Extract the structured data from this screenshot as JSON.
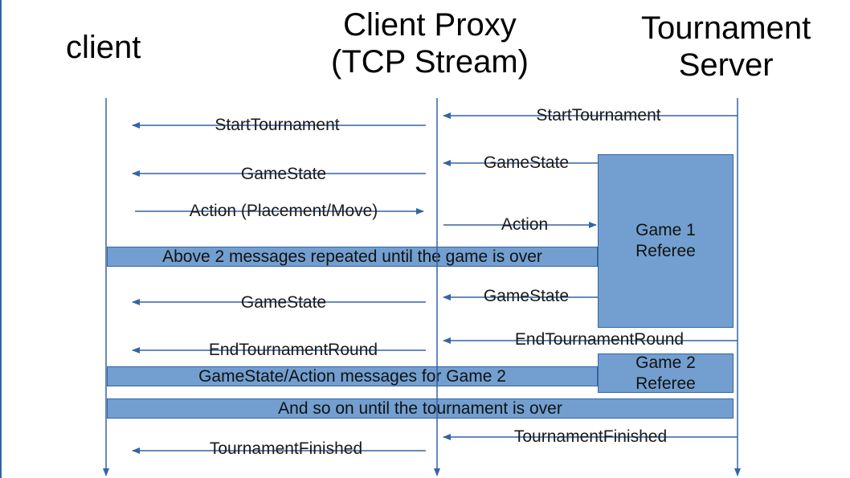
{
  "headers": {
    "client": "client",
    "proxy_line1": "Client Proxy",
    "proxy_line2": "(TCP Stream)",
    "server_line1": "Tournament",
    "server_line2": "Server"
  },
  "messages": {
    "start_to_client": "StartTournament",
    "start_to_proxy": "StartTournament",
    "gamestate1_to_proxy": "GameState",
    "gamestate1_to_client": "GameState",
    "action_from_client": "Action (Placement/Move)",
    "action_to_referee": "Action",
    "gamestate2_to_proxy": "GameState",
    "gamestate2_to_client": "GameState",
    "end_round_to_proxy": "EndTournamentRound",
    "end_round_to_client": "EndTournamentRound",
    "finished_to_proxy": "TournamentFinished",
    "finished_to_client": "TournamentFinished"
  },
  "bars": {
    "repeat": "Above 2 messages repeated until the game is over",
    "game2": "GameState/Action messages for Game 2",
    "and_so_on": "And so on until the tournament is over"
  },
  "referees": {
    "game1_line1": "Game 1",
    "game1_line2": "Referee",
    "game2_line1": "Game 2",
    "game2_line2": "Referee"
  },
  "colors": {
    "line": "#3465a4",
    "box_fill": "#729fcf"
  }
}
